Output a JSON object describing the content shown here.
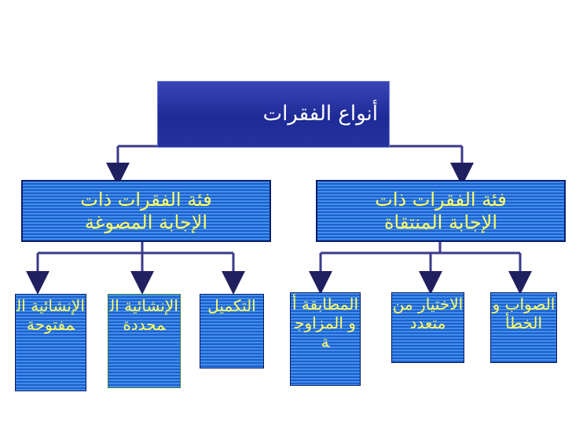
{
  "title": "أنواع  الفقرات",
  "categories": {
    "right": "فئة الفقرات ذات الإجابة المنتقاة",
    "left": "فئة الفقرات ذات الإجابة المصوغة"
  },
  "leaves": {
    "true_false": "الصواب والخطأ",
    "multiple_choice": "الاختيار من متعدد",
    "matching": "المطابقة أو المزاوجة",
    "completion": "التكميل",
    "restricted_essay": "الإنشائية المحددة",
    "open_essay": "الإنشائية المفتوحة"
  },
  "colors": {
    "text": "#ffff66",
    "title_text": "#ffffff",
    "box_blue": "#2a6fd6",
    "title_blue": "#1e2a96",
    "connector": "#3a3a7a",
    "arrowhead": "#202060"
  }
}
